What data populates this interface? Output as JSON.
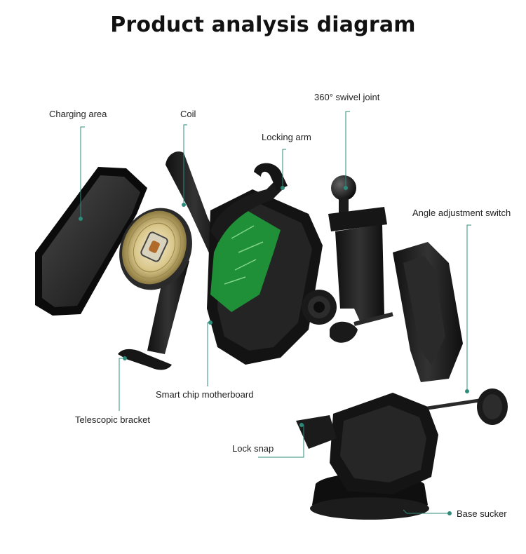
{
  "title": "Product analysis diagram",
  "labels": {
    "charging_area": "Charging area",
    "coil": "Coil",
    "locking_arm": "Locking arm",
    "swivel_joint": "360° swivel joint",
    "angle_switch": "Angle adjustment switch",
    "motherboard": "Smart chip motherboard",
    "telescopic_bracket": "Telescopic bracket",
    "lock_snap": "Lock snap",
    "base_sucker": "Base sucker"
  },
  "colors": {
    "leader": "#2e8b7a",
    "plastic": "#161616",
    "plastic_highlight": "#3a3a3a",
    "pcb": "#1f9a3a",
    "coil": "#c9b36a"
  }
}
